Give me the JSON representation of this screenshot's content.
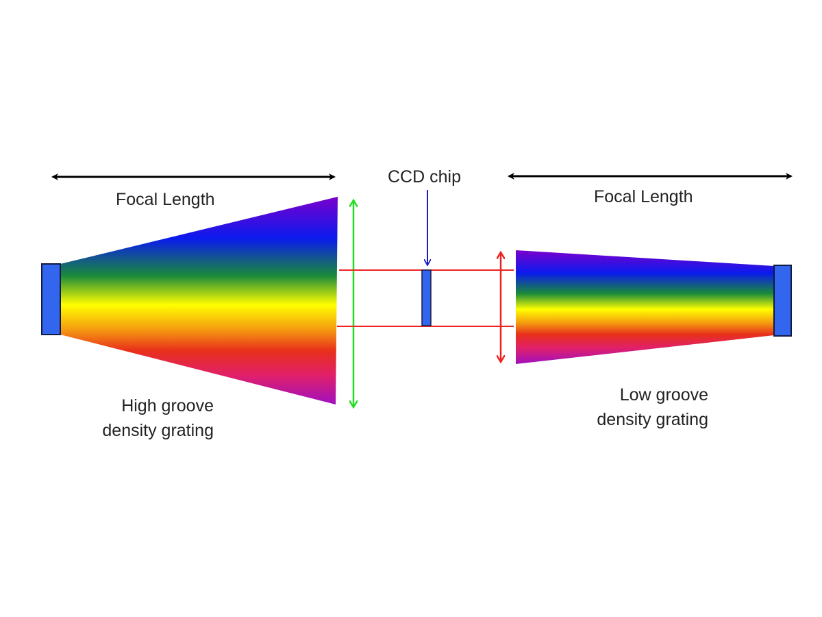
{
  "diagram": {
    "type": "spectrograph comparison",
    "left": {
      "focal_length_label": "Focal Length",
      "grating_label_line1": "High groove",
      "grating_label_line2": "density grating"
    },
    "center": {
      "ccd_label": "CCD chip"
    },
    "right": {
      "focal_length_label": "Focal Length",
      "grating_label_line1": "Low groove",
      "grating_label_line2": "density grating"
    },
    "colors": {
      "detector_block": "#3366ee",
      "wide_spectrum_arrow": "#22dd22",
      "narrow_spectrum_arrow": "#ee2222",
      "ccd_pointer": "#1a1acc",
      "ccd_bounds_lines": "#ee2222",
      "dimension_arrows": "#000000",
      "spectrum_gradient": [
        "#7a00cc",
        "#0a1aee",
        "#1a8a3a",
        "#ffff00",
        "#f59a10",
        "#e8301a",
        "#e0206a",
        "#a010c0"
      ]
    }
  }
}
